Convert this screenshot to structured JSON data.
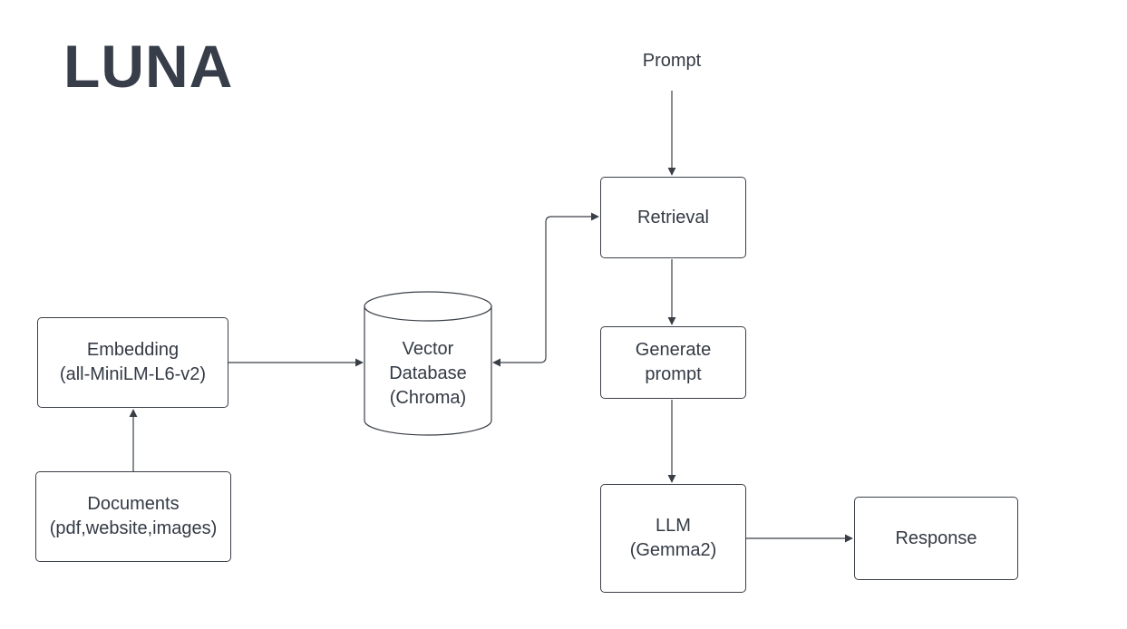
{
  "title": "LUNA",
  "nodes": {
    "prompt": {
      "label": "Prompt"
    },
    "retrieval": {
      "label": "Retrieval"
    },
    "generate_prompt": {
      "line1": "Generate",
      "line2": "prompt"
    },
    "llm": {
      "line1": "LLM",
      "line2": "(Gemma2)"
    },
    "response": {
      "label": "Response"
    },
    "embedding": {
      "line1": "Embedding",
      "line2": "(all-MiniLM-L6-v2)"
    },
    "documents": {
      "line1": "Documents",
      "line2": "(pdf,website,images)"
    },
    "vector_db": {
      "line1": "Vector",
      "line2": "Database",
      "line3": "(Chroma)"
    }
  },
  "colors": {
    "stroke": "#3a3f47",
    "text": "#333a44",
    "title": "#373e49"
  }
}
